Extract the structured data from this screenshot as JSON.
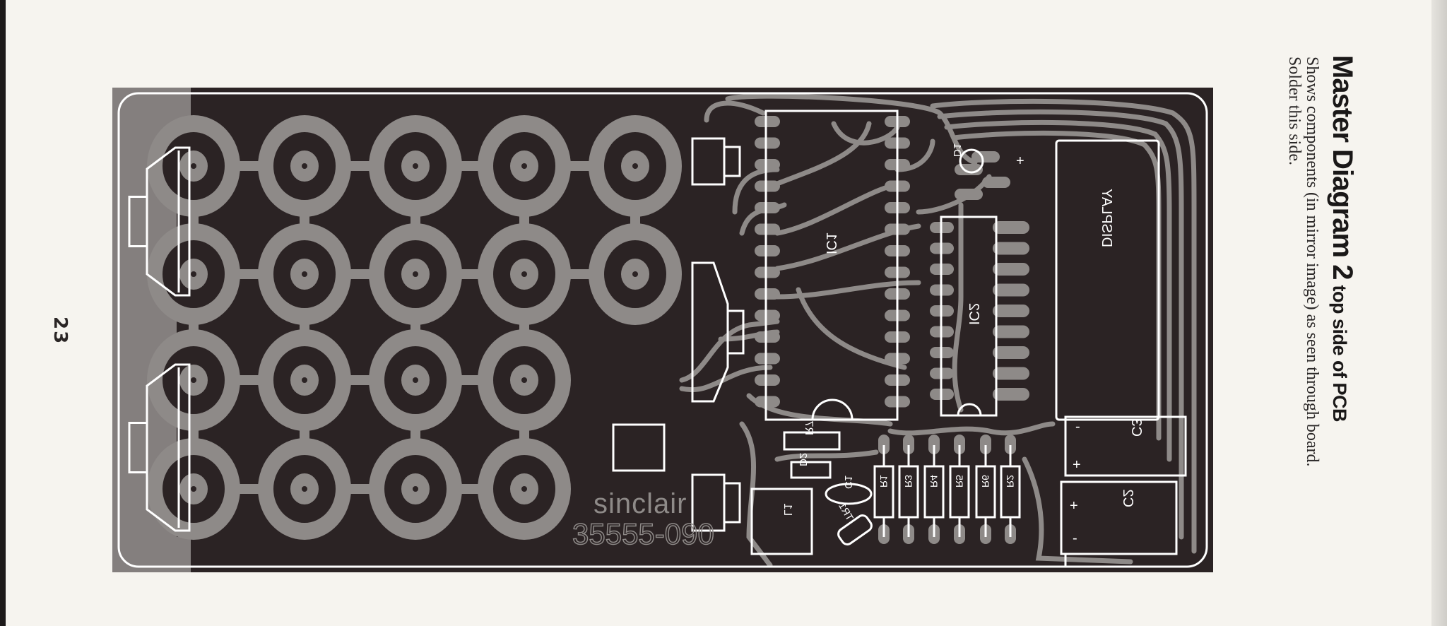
{
  "page": {
    "title_main": "Master Diagram 2",
    "title_sub": "top side of PCB",
    "description_line1": "Shows components (in mirror image) as seen through board.",
    "description_line2": "Solder this side.",
    "page_number": "23"
  },
  "pcb": {
    "colors": {
      "board": "#2b2324",
      "copper": "#8e8a88",
      "silkscreen": "#ffffff"
    },
    "labels": {
      "ic1": "IC1",
      "ic2": "IC2",
      "display": "DISPLAY",
      "c2": "C2",
      "c3": "C3",
      "c1": "C1",
      "r1": "R1",
      "r2": "R2",
      "r3": "R3",
      "r4": "R4",
      "r5": "R5",
      "r6": "R6",
      "r7": "R7",
      "d1": "D1",
      "d2": "D2",
      "tr1": "TR1",
      "l1": "L1",
      "plus": "+",
      "minus": "-",
      "brand": "sinclair",
      "part_number": "35555-090"
    }
  }
}
